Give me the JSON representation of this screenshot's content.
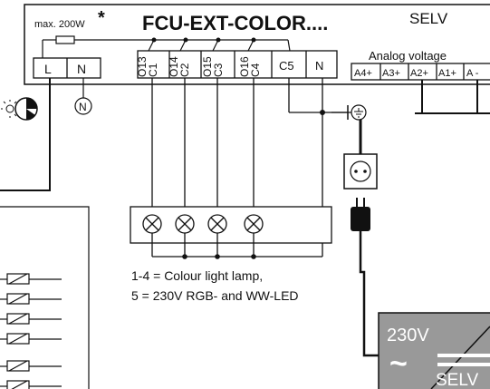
{
  "header": {
    "max_label": "max. 200W",
    "asterisk": "*",
    "title": "FCU-EXT-COLOR....",
    "selv_top": "SELV",
    "analog_label": "Analog voltage"
  },
  "terminals": {
    "left": [
      "L",
      "N"
    ],
    "outputs": [
      {
        "label": "C1",
        "num": "O13"
      },
      {
        "label": "C2",
        "num": "O14"
      },
      {
        "label": "C3",
        "num": "O15"
      },
      {
        "label": "C4",
        "num": "O16"
      }
    ],
    "c5": "C5",
    "n": "N",
    "analog": [
      "A4+",
      "A3+",
      "A2+",
      "A1+",
      "A -"
    ]
  },
  "n_circle": "N",
  "legend": {
    "line1": "1-4 = Colour light lamp,",
    "line2": "5 = 230V RGB- and WW-LED"
  },
  "power_supply": {
    "v230": "230V",
    "tilde": "~",
    "selv": "SELV"
  }
}
